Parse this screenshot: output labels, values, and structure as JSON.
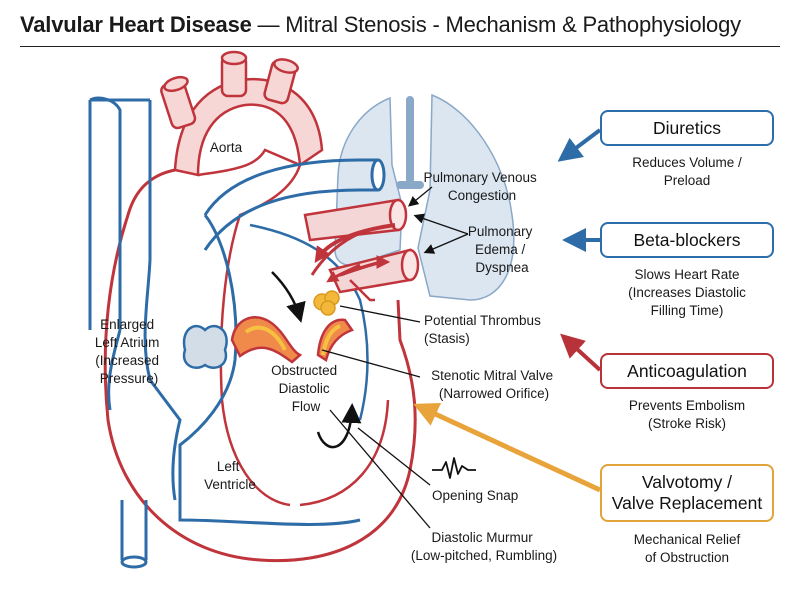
{
  "title": {
    "bold": "Valvular Heart Disease",
    "rest": " — Mitral Stenosis - Mechanism & Pathophysiology"
  },
  "diagram": {
    "labels": {
      "aorta": "Aorta",
      "left_atrium": [
        "Enlarged",
        "Left Atrium",
        "(Increased",
        "Pressure)"
      ],
      "left_ventricle": [
        "Left",
        "Ventricle"
      ],
      "obstructed_flow": [
        "Obstructed",
        "Diastolic",
        "Flow"
      ],
      "pulmonary_venous_congestion": [
        "Pulmonary Venous",
        "Congestion"
      ],
      "pulmonary_edema": [
        "Pulmonary",
        "Edema /",
        "Dyspnea"
      ],
      "thrombus": [
        "Potential Thrombus",
        "(Stasis)"
      ],
      "stenotic_valve": [
        "Stenotic Mitral Valve",
        "(Narrowed Orifice)"
      ],
      "opening_snap": "Opening Snap",
      "diastolic_murmur": [
        "Diastolic Murmur",
        "(Low-pitched, Rumbling)"
      ]
    }
  },
  "treatments": [
    {
      "name": "Diuretics",
      "description": "Reduces Volume /\nPreload",
      "color": "#2d6da9"
    },
    {
      "name": "Beta-blockers",
      "description": "Slows Heart Rate\n(Increases Diastolic\nFilling Time)",
      "color": "#2d6da9"
    },
    {
      "name": "Anticoagulation",
      "description": "Prevents Embolism\n(Stroke Risk)",
      "color": "#b8323a"
    },
    {
      "name": "Valvotomy /\nValve Replacement",
      "description": "Mechanical Relief\nof Obstruction",
      "color": "#e0a43a"
    }
  ],
  "colors": {
    "vein_blue": "#2e6ca8",
    "artery_red": "#c0343c",
    "lung_fill": "#dbe6f1",
    "valve_orange": "#f0a020",
    "thrombus_yellow": "#f3b73a"
  }
}
